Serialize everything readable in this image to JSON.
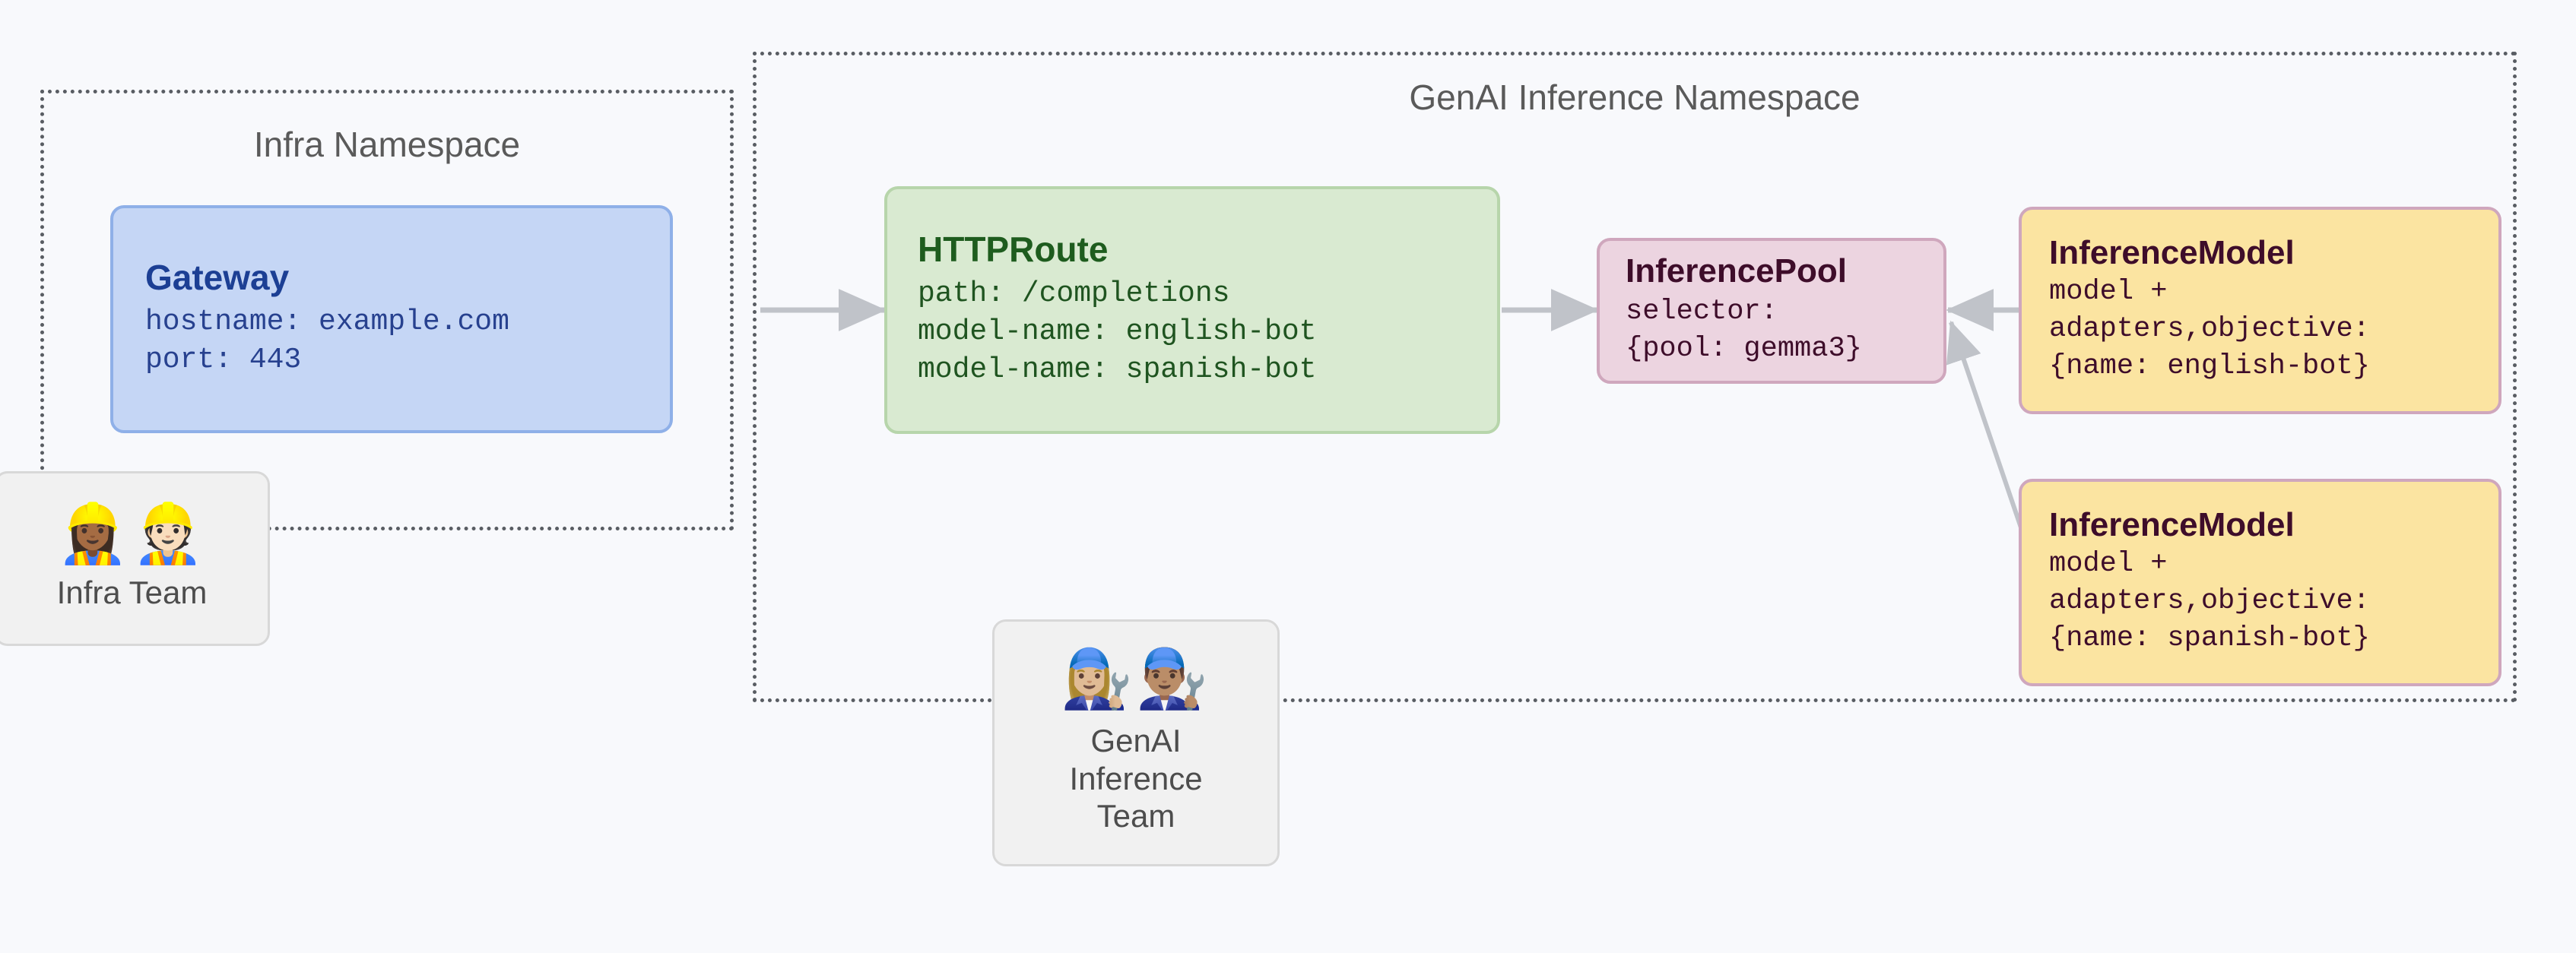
{
  "background_color": "#f8f9fc",
  "namespaces": [
    {
      "id": "infra",
      "label": "Infra Namespace",
      "border_color": "#595d63"
    },
    {
      "id": "genai",
      "label": "GenAI Inference Namespace",
      "border_color": "#595d63"
    }
  ],
  "gateway": {
    "title": "Gateway",
    "meta": "hostname: example.com\nport: 443",
    "fill": "#c5d6f5",
    "stroke": "#8fb0e8",
    "text_color": "#1c3f94"
  },
  "httproute": {
    "title": "HTTPRoute",
    "meta": "path: /completions\nmodel-name: english-bot\nmodel-name: spanish-bot",
    "fill": "#d9ead1",
    "stroke": "#b7d5ab",
    "text_color": "#1e5c1e"
  },
  "inferencepool": {
    "title": "InferencePool",
    "meta": "selector:\n{pool: gemma3}",
    "fill": "#ecd4e0",
    "stroke": "#cfa7bd",
    "text_color": "#3e0d2a"
  },
  "inference_models": [
    {
      "title": "InferenceModel",
      "meta": "model +\nadapters,objective:\n{name: english-bot}",
      "fill": "#fbe4a1",
      "stroke": "#cfa7bd",
      "text_color": "#3e0d2a"
    },
    {
      "title": "InferenceModel",
      "meta": "model +\nadapters,objective:\n{name: spanish-bot}",
      "fill": "#fbe4a1",
      "stroke": "#cfa7bd",
      "text_color": "#3e0d2a"
    }
  ],
  "teams": [
    {
      "id": "infra-team",
      "emoji": "👷🏾‍♀️👷🏻",
      "emoji_names": "woman-construction-worker-icon man-construction-worker-icon",
      "label": "Infra Team"
    },
    {
      "id": "genai-team",
      "emoji": "👩🏼‍🔧👨🏽‍🔧",
      "emoji_names": "woman-mechanic-icon man-mechanic-icon",
      "label": "GenAI\nInference\nTeam"
    }
  ],
  "connectors": [
    {
      "id": "gateway-to-httproute",
      "from": "Gateway",
      "to": "HTTPRoute",
      "style": "solid-arrow",
      "color": "#c0c3c9"
    },
    {
      "id": "httproute-to-inferencepool",
      "from": "HTTPRoute",
      "to": "InferencePool",
      "style": "solid-arrow",
      "color": "#c0c3c9"
    },
    {
      "id": "inferencemodel1-to-inferencepool",
      "from": "InferenceModel (english-bot)",
      "to": "InferencePool",
      "style": "solid-arrow",
      "color": "#c0c3c9"
    },
    {
      "id": "inferencemodel2-to-inferencepool",
      "from": "InferenceModel (spanish-bot)",
      "to": "InferencePool",
      "style": "solid-arrow",
      "color": "#c0c3c9"
    }
  ]
}
